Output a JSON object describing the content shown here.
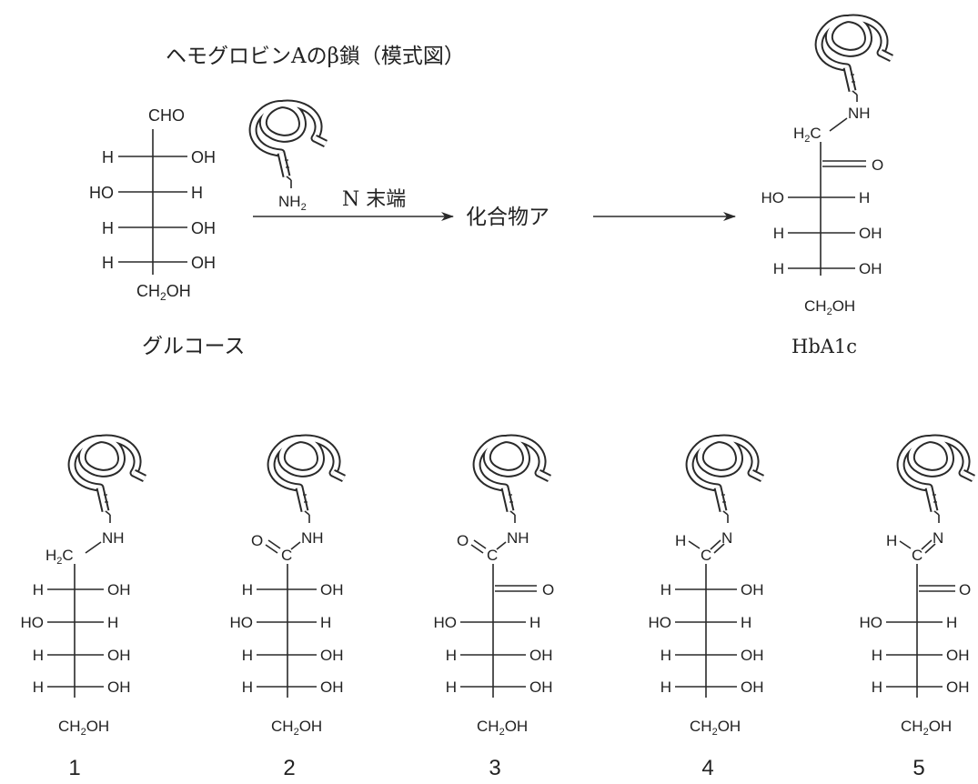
{
  "header": {
    "title": "ヘモグロビンAのβ鎖（模式図）"
  },
  "reaction": {
    "nterm_label": "N 末端",
    "nh2": "NH",
    "nh2_sub": "2",
    "intermediate": "化合物ア"
  },
  "glucose": {
    "name": "グルコース",
    "top": "CHO",
    "rows": [
      {
        "left": "H",
        "right": "OH"
      },
      {
        "left": "HO",
        "right": "H"
      },
      {
        "left": "H",
        "right": "OH"
      },
      {
        "left": "H",
        "right": "OH"
      }
    ],
    "bottom": "CH",
    "bottom_sub": "2",
    "bottom_tail": "OH"
  },
  "hba1c": {
    "name": "HbA1c",
    "nh": "NH",
    "ch2": "H",
    "ch2_sub": "2",
    "ch2_tail": "C",
    "carbonyl_o": "O",
    "rows": [
      {
        "left": "HO",
        "right": "H"
      },
      {
        "left": "H",
        "right": "OH"
      },
      {
        "left": "H",
        "right": "OH"
      }
    ],
    "bottom": "CH",
    "bottom_sub": "2",
    "bottom_tail": "OH"
  },
  "options": [
    {
      "number": "1",
      "top": {
        "h": "H",
        "h_sub": "2",
        "c": "C",
        "n": "NH"
      },
      "rows": [
        {
          "left": "H",
          "right": "OH"
        },
        {
          "left": "HO",
          "right": "H"
        },
        {
          "left": "H",
          "right": "OH"
        },
        {
          "left": "H",
          "right": "OH"
        }
      ],
      "bottom": "CH",
      "bottom_sub": "2",
      "bottom_tail": "OH"
    },
    {
      "number": "2",
      "top": {
        "o": "O",
        "c": "C",
        "n": "NH"
      },
      "rows": [
        {
          "left": "H",
          "right": "OH"
        },
        {
          "left": "HO",
          "right": "H"
        },
        {
          "left": "H",
          "right": "OH"
        },
        {
          "left": "H",
          "right": "OH"
        }
      ],
      "bottom": "CH",
      "bottom_sub": "2",
      "bottom_tail": "OH"
    },
    {
      "number": "3",
      "top": {
        "o": "O",
        "c": "C",
        "n": "NH"
      },
      "carbonyl_o": "O",
      "rows": [
        {
          "left": "HO",
          "right": "H"
        },
        {
          "left": "H",
          "right": "OH"
        },
        {
          "left": "H",
          "right": "OH"
        }
      ],
      "bottom": "CH",
      "bottom_sub": "2",
      "bottom_tail": "OH"
    },
    {
      "number": "4",
      "top": {
        "h": "H",
        "c": "C",
        "n": "N"
      },
      "rows": [
        {
          "left": "H",
          "right": "OH"
        },
        {
          "left": "HO",
          "right": "H"
        },
        {
          "left": "H",
          "right": "OH"
        },
        {
          "left": "H",
          "right": "OH"
        }
      ],
      "bottom": "CH",
      "bottom_sub": "2",
      "bottom_tail": "OH"
    },
    {
      "number": "5",
      "top": {
        "h": "H",
        "c": "C",
        "n": "N"
      },
      "carbonyl_o": "O",
      "rows": [
        {
          "left": "HO",
          "right": "H"
        },
        {
          "left": "H",
          "right": "OH"
        },
        {
          "left": "H",
          "right": "OH"
        }
      ],
      "bottom": "CH",
      "bottom_sub": "2",
      "bottom_tail": "OH"
    }
  ]
}
